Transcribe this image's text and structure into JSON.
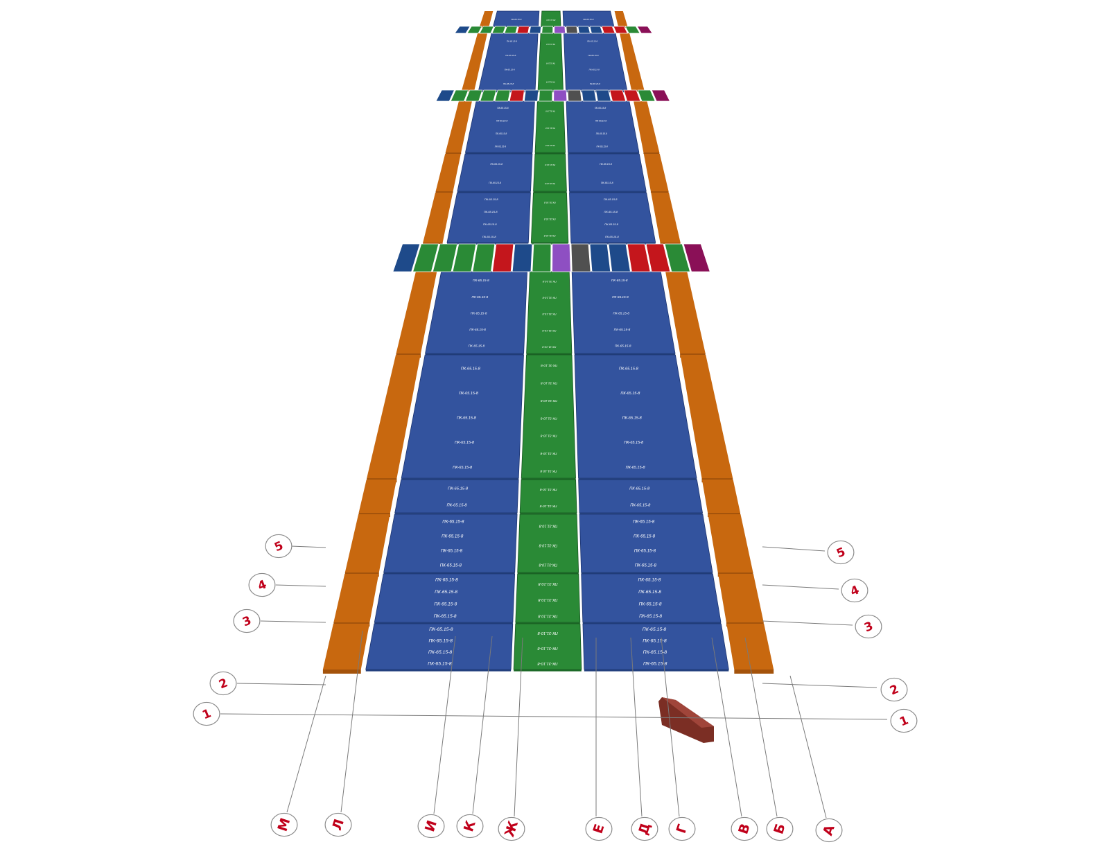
{
  "colors": {
    "beam": "#c8680f",
    "beam_dark": "#a4530b",
    "slab_blue": "#33539e",
    "slab_blue_dark": "#23407e",
    "slab_green": "#2a8a36",
    "slab_green_dark": "#1d6a28",
    "belt_blue": "#1e4a8a",
    "belt_red": "#c4161c",
    "belt_purple": "#8e4fc2",
    "belt_gray": "#505050",
    "belt_magenta": "#8a1057",
    "axis_red": "#c0001a"
  },
  "slabs": {
    "blue_mark": "ПК-65.15-8",
    "green_mark": "ПК-31.10-8"
  },
  "row_axes": [
    "1",
    "2",
    "3",
    "4",
    "5"
  ],
  "column_axes": [
    "М",
    "Л",
    "И",
    "К",
    "Ж",
    "Е",
    "Д",
    "Г",
    "В",
    "Б",
    "А"
  ]
}
